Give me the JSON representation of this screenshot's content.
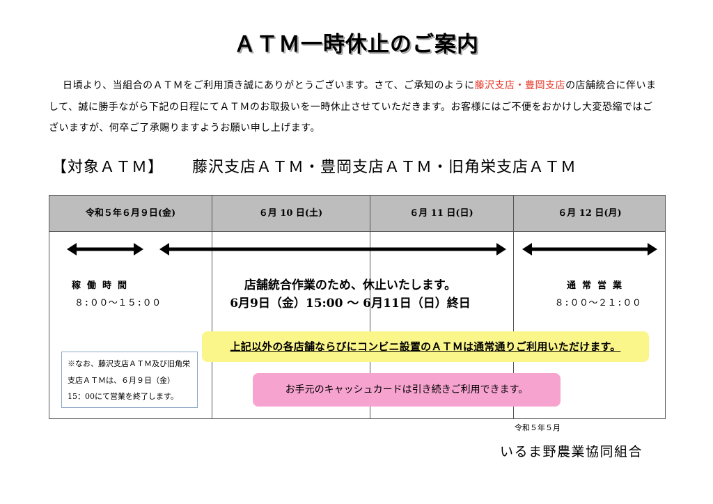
{
  "title": "ＡＴＭ一時休止のご案内",
  "intro": {
    "before": "日頃より、当組合のＡＴＭをご利用頂き誠にありがとうございます。さて、ご承知のように",
    "highlight": "藤沢支店・豊岡支店",
    "after": "の店舗統合に伴いまして、誠に勝手ながら下記の日程にてＡＴＭのお取扱いを一時休止させていただきます。お客様にはご不便をおかけし大変恐縮ではございますが、何卒ご了承賜りますようお願い申し上げます。"
  },
  "target": {
    "label": "【対象ＡＴＭ】",
    "value": "藤沢支店ＡＴＭ・豊岡支店ＡＴＭ・旧角栄支店ＡＴＭ"
  },
  "schedule": {
    "headers": [
      "令和５年６月９日(金)",
      "６月 10 日(土)",
      "６月 11 日(日)",
      "６月 12 日(月)"
    ],
    "left": {
      "label": "稼働時間",
      "time": "８:００～１５:００"
    },
    "center": {
      "line1": "店舗統合作業のため、休止いたします。",
      "line2": "6月9日（金）15:00 ～ 6月11日（日）終日"
    },
    "right": {
      "label": "通常営業",
      "time": "８:００～２１:００"
    },
    "note": "※なお、藤沢支店ＡＴＭ及び旧角栄支店ＡＴＭは、６月９日（金）15：00にて営業を終了します。",
    "yellow_banner": "上記以外の各店舗ならびにコンビニ設置のＡＴＭは通常通りご利用いただけます。",
    "pink_banner": "お手元のキャッシュカードは引き続きご利用できます。"
  },
  "footer": {
    "date": "令和５年５月",
    "organization": "いるま野農業協同組合"
  },
  "colors": {
    "highlight_text": "#e53322",
    "header_bg": "#bdbdbd",
    "yellow_banner": "#fbf68a",
    "pink_banner": "#f7a3d0"
  }
}
